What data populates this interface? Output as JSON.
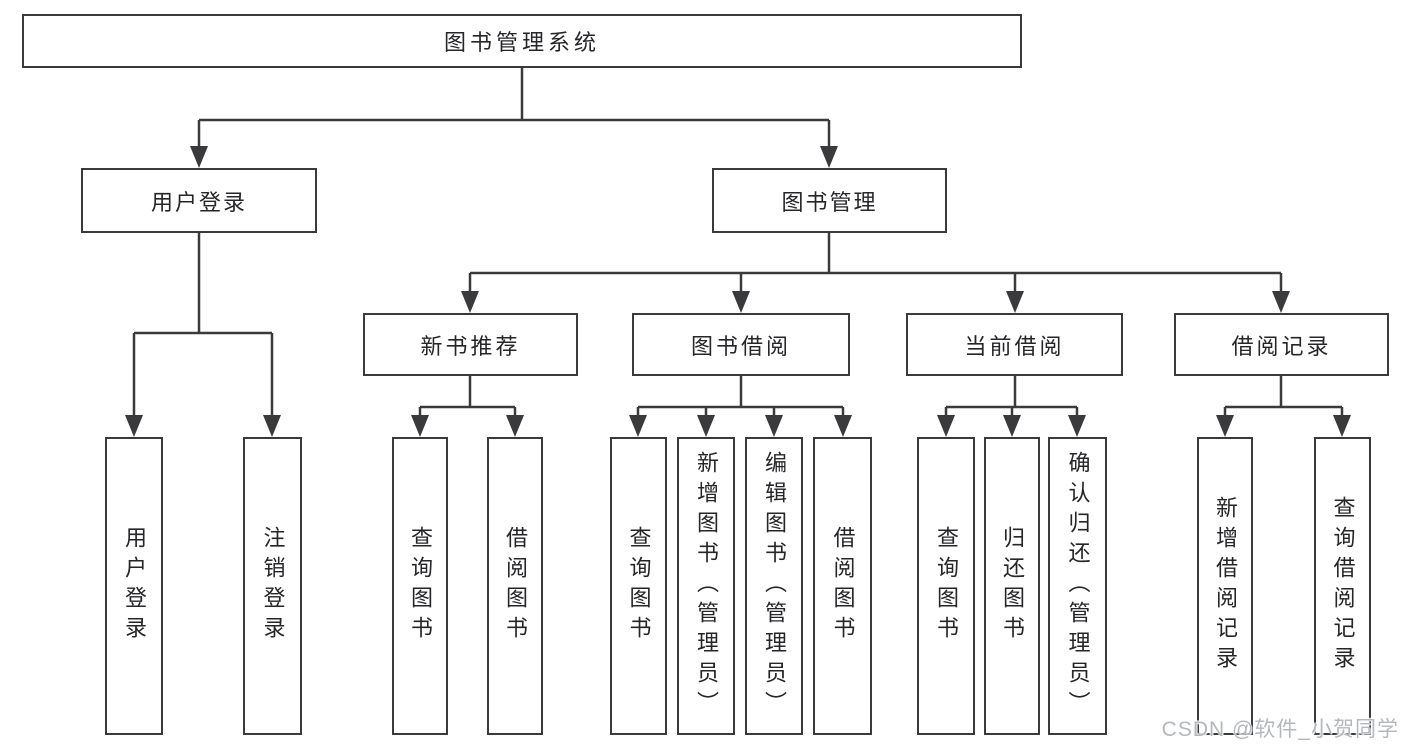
{
  "diagram": {
    "root": "图书管理系统",
    "branches": [
      {
        "label": "用户登录",
        "children": [
          "用户登录",
          "注销登录"
        ]
      },
      {
        "label": "图书管理",
        "children": [
          {
            "label": "新书推荐",
            "children": [
              "查询图书",
              "借阅图书"
            ]
          },
          {
            "label": "图书借阅",
            "children": [
              "查询图书",
              "新增图书（管理员）",
              "编辑图书（管理员）",
              "借阅图书"
            ]
          },
          {
            "label": "当前借阅",
            "children": [
              "查询图书",
              "归还图书",
              "确认归还（管理员）"
            ]
          },
          {
            "label": "借阅记录",
            "children": [
              "新增借阅记录",
              "查询借阅记录"
            ]
          }
        ]
      }
    ]
  },
  "colors": {
    "line": "#3a3a3c",
    "text": "#262629",
    "watermark": "#b4b8be",
    "background": "#ffffff"
  },
  "watermark": "CSDN @软件_小贺同学"
}
